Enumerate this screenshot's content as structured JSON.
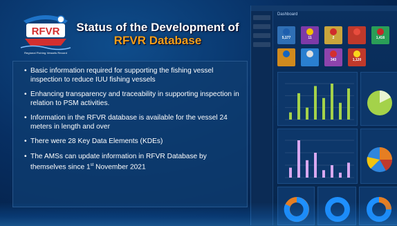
{
  "slide": {
    "title_line1": "Status of the Development of",
    "title_line2": "RFVR Database",
    "logo": {
      "acronym": "RFVR",
      "caption": "Regional Fishing Vessels Record"
    },
    "bullets": [
      {
        "text": "Basic information required for supporting the fishing vessel inspection to reduce IUU fishing vessels"
      },
      {
        "text": "Enhancing transparency and traceability in supporting inspection in relation to PSM activities."
      },
      {
        "text": "Information in the RFVR database is available for the vessel 24 meters in length and over"
      },
      {
        "text": "There were 28 Key Data Elements (KDEs)"
      },
      {
        "text_before": "The AMSs can update information in RFVR Database by themselves since 1",
        "sup": "st",
        "text_after": " November 2021"
      }
    ]
  },
  "dashboard": {
    "title": "Dashboard",
    "tiles": [
      {
        "value": "5,177",
        "color": "#2f6fb5",
        "flag": "#1e5fae"
      },
      {
        "value": "11",
        "color": "#7d3aa8",
        "flag": "#f2c200"
      },
      {
        "value": "2",
        "color": "#c9a53c",
        "flag": "#d02b2b"
      },
      {
        "value": "",
        "color": "#c0392b",
        "flag": "#e84c3d"
      },
      {
        "value": "1,416",
        "color": "#2a9e57",
        "flag": "#c62828"
      },
      {
        "value": "",
        "color": "#d08a1e",
        "flag": "#1565c0"
      },
      {
        "value": "",
        "color": "#2a7fd0",
        "flag": "#e0e0e0"
      },
      {
        "value": "343",
        "color": "#8e44ad",
        "flag": "#d32f2f"
      },
      {
        "value": "1,120",
        "color": "#c0392b",
        "flag": "#f9d71c"
      }
    ],
    "bar_chart_1": [
      6,
      22,
      10,
      28,
      18,
      30,
      14,
      26
    ],
    "bar_chart_2": [
      8,
      30,
      14,
      20,
      6,
      10,
      4,
      12
    ],
    "accent_colors": {
      "bar": "#a4d24a",
      "bar2": "#d8a8f0",
      "pie1": "#a4d24a",
      "donut": "#1e90ff"
    }
  }
}
